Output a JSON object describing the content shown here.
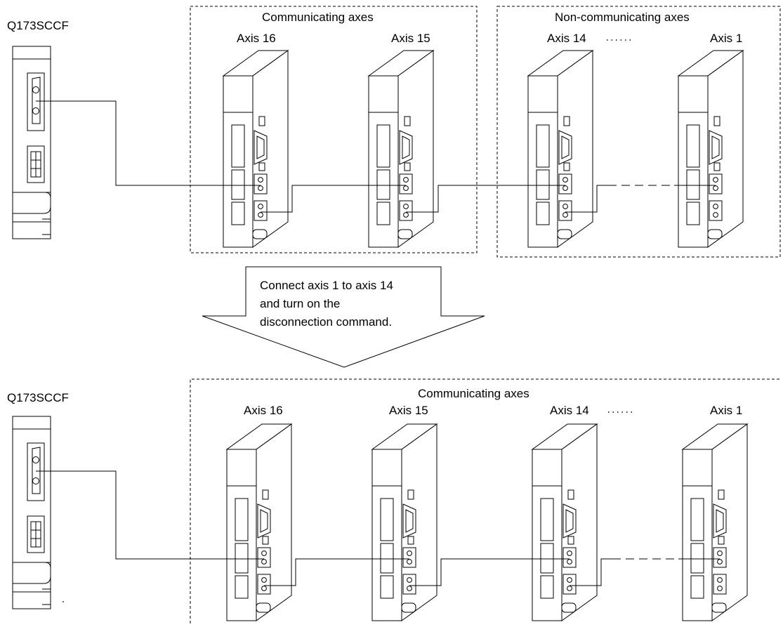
{
  "top": {
    "controller_label": "Q173SCCF",
    "group_communicating_label": "Communicating axes",
    "group_noncommunicating_label": "Non-communicating axes",
    "axis_labels": [
      "Axis 16",
      "Axis 15",
      "Axis 14",
      "Axis 1"
    ]
  },
  "arrow": {
    "lines": [
      "Connect axis 1 to axis 14",
      "and turn on the",
      "disconnection command."
    ]
  },
  "bottom": {
    "controller_label": "Q173SCCF",
    "group_communicating_label": "Communicating axes",
    "axis_labels": [
      "Axis 16",
      "Axis 15",
      "Axis 14",
      "Axis 1"
    ]
  }
}
